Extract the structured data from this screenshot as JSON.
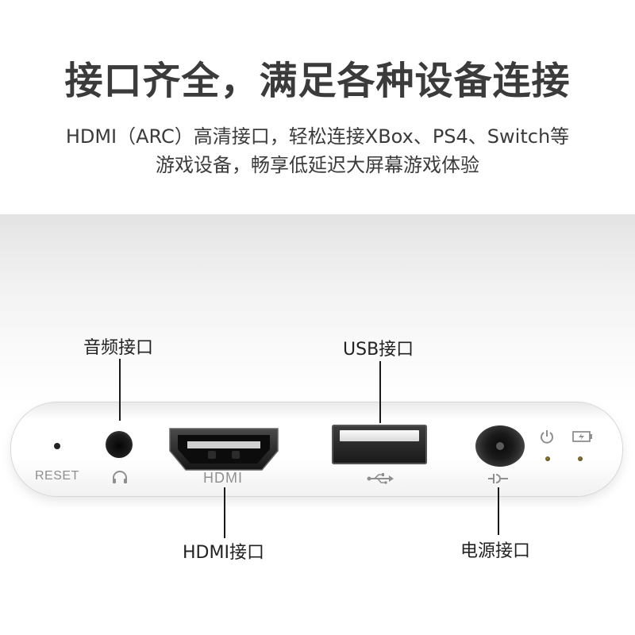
{
  "header": {
    "headline": "接口齐全，满足各种设备连接",
    "subline_1": "HDMI（ARC）高清接口，轻松连接XBox、PS4、Switch等",
    "subline_2": "游戏设备，畅享低延迟大屏幕游戏体验"
  },
  "device": {
    "reset_label": "RESET",
    "hdmi_label": "HDMI",
    "icons": [
      "headphone-icon",
      "usb-icon",
      "dc-power-icon",
      "power-icon",
      "battery-icon"
    ]
  },
  "callouts": {
    "audio": "音频接口",
    "usb": "USB接口",
    "hdmi": "HDMI接口",
    "power": "电源接口"
  },
  "colors": {
    "text_dark": "#3b3b3b",
    "port_black": "#1a1a1a",
    "label_gray": "#8f8f8f"
  }
}
